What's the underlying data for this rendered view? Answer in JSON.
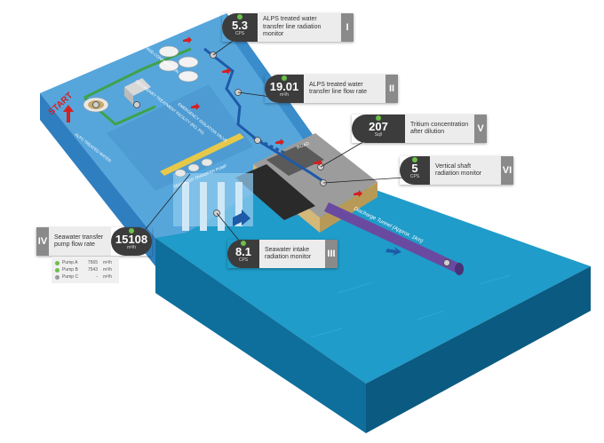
{
  "start_label": "START",
  "stage_labels": {
    "alps_water": "ALPS TREATED WATER",
    "measurement": "MEASUREMENT AND CONFIRMATION",
    "secondary": "SECONDARY TREATMENT FACILITY (RO, PS)",
    "emergency": "EMERGENCY ISOLATION VALVE",
    "seawater_pump": "SEAWATER TRANSFER PUMP",
    "road": "ROAD",
    "discharge": "Discharge Tunnel (Approx. 1km)"
  },
  "callouts": [
    {
      "id": "I",
      "value": "5.3",
      "unit": "CPS",
      "label": "ALPS treated water transfer line radiation monitor"
    },
    {
      "id": "II",
      "value": "19.01",
      "unit": "m³/h",
      "label": "ALPS treated water transfer line flow rate"
    },
    {
      "id": "V",
      "value": "207",
      "unit": "Sq/l",
      "label": "Tritium concentration after dilution"
    },
    {
      "id": "VI",
      "value": "5",
      "unit": "CPS",
      "label": "Vertical shaft radiation monitor"
    },
    {
      "id": "IV",
      "value": "15108",
      "unit": "m³/h",
      "label": "Seawater transfer pump flow rate"
    },
    {
      "id": "III",
      "value": "8.1",
      "unit": "CPS",
      "label": "Seawater intake radiation monitor"
    }
  ],
  "pumps": [
    {
      "name": "Pump A",
      "value": "7565",
      "unit": "m³/h",
      "status_color": "#6cc04a"
    },
    {
      "name": "Pump B",
      "value": "7543",
      "unit": "m³/h",
      "status_color": "#6cc04a"
    },
    {
      "name": "Pump C",
      "value": "-",
      "unit": "m³/h",
      "status_color": "#9a9a9a"
    }
  ],
  "colors": {
    "land_top": "#56a6dc",
    "land_side": "#2f7fc0",
    "sea_top": "#1f9cc9",
    "sea_front": "#0e6f9c",
    "pipe_green": "#3fa24a",
    "pipe_blue": "#1e5aa8",
    "status_on": "#6cc04a"
  }
}
